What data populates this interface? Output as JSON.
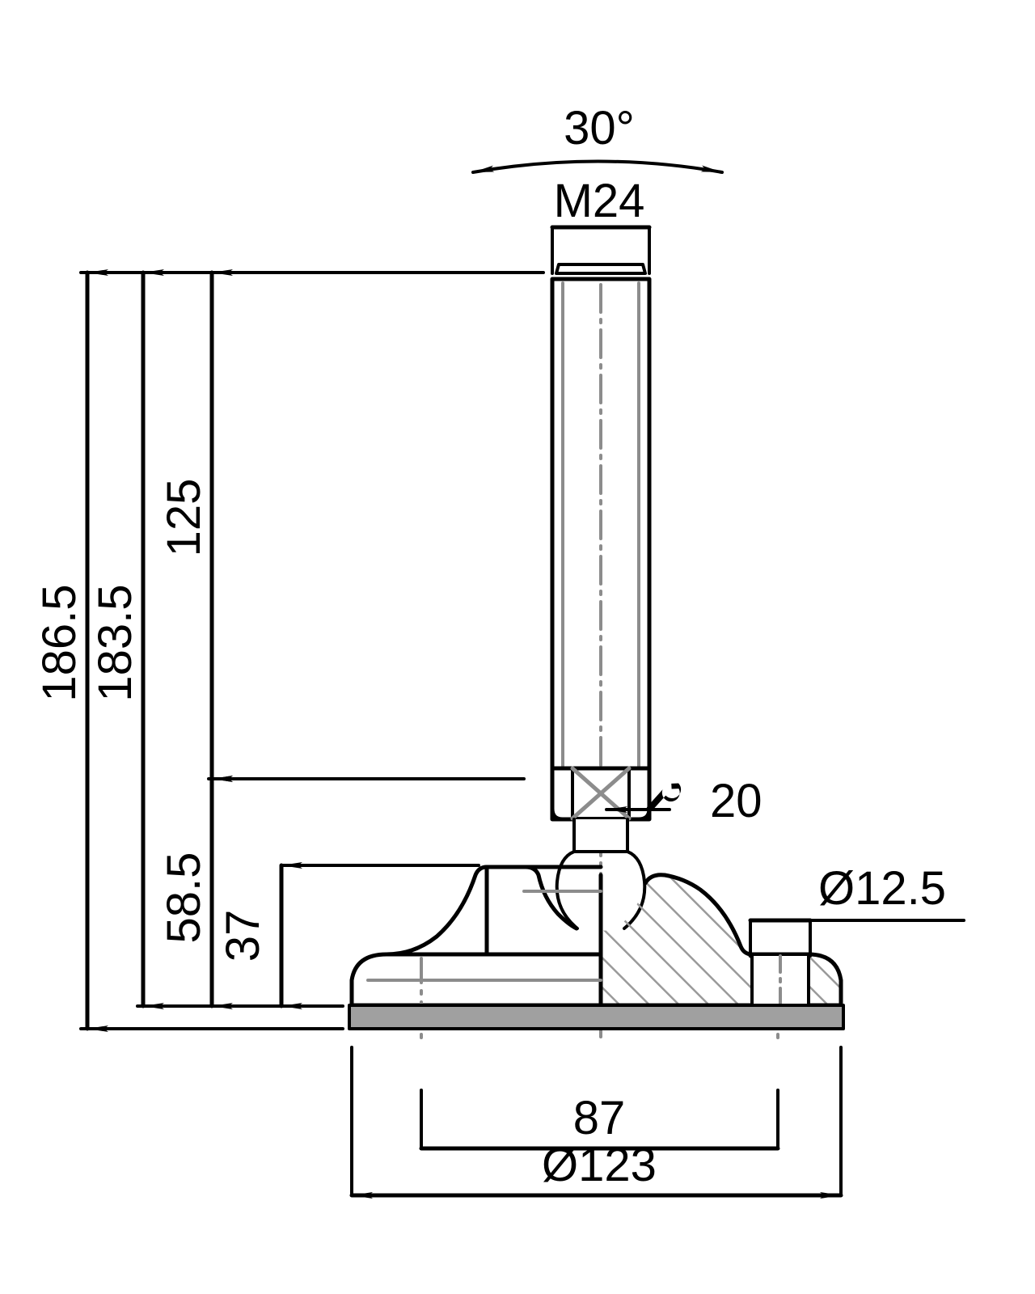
{
  "drawing": {
    "type": "engineering-section-drawing",
    "subject": "adjustable leveling foot / machine mount",
    "units": "mm",
    "background_color": "#ffffff",
    "line_color": "#000000",
    "centerline_color": "#8c8c8c",
    "hatch_color": "#9a9a9a",
    "pad_color": "#a0a0a0"
  },
  "dimensions": {
    "angle_tilt": "30°",
    "thread": "M24",
    "overall_height": "186.5",
    "height_to_base_top": "183.5",
    "shaft_length": "125",
    "base_height_total": "58.5",
    "base_height_lower": "37",
    "wrench_size": "20",
    "bolt_hole_diameter": "Ø12.5",
    "bolt_circle": "87",
    "base_diameter": "Ø123"
  },
  "labels": {
    "angle": "30°",
    "thread": "M24",
    "dim_186_5": "186.5",
    "dim_183_5": "183.5",
    "dim_125": "125",
    "dim_58_5": "58.5",
    "dim_37": "37",
    "dim_20": "20",
    "dim_d12_5": "Ø12.5",
    "dim_87": "87",
    "dim_d123": "Ø123"
  },
  "icons": {
    "wrench": "wrench-icon",
    "diameter_symbol": "Ø",
    "degree_symbol": "°"
  }
}
